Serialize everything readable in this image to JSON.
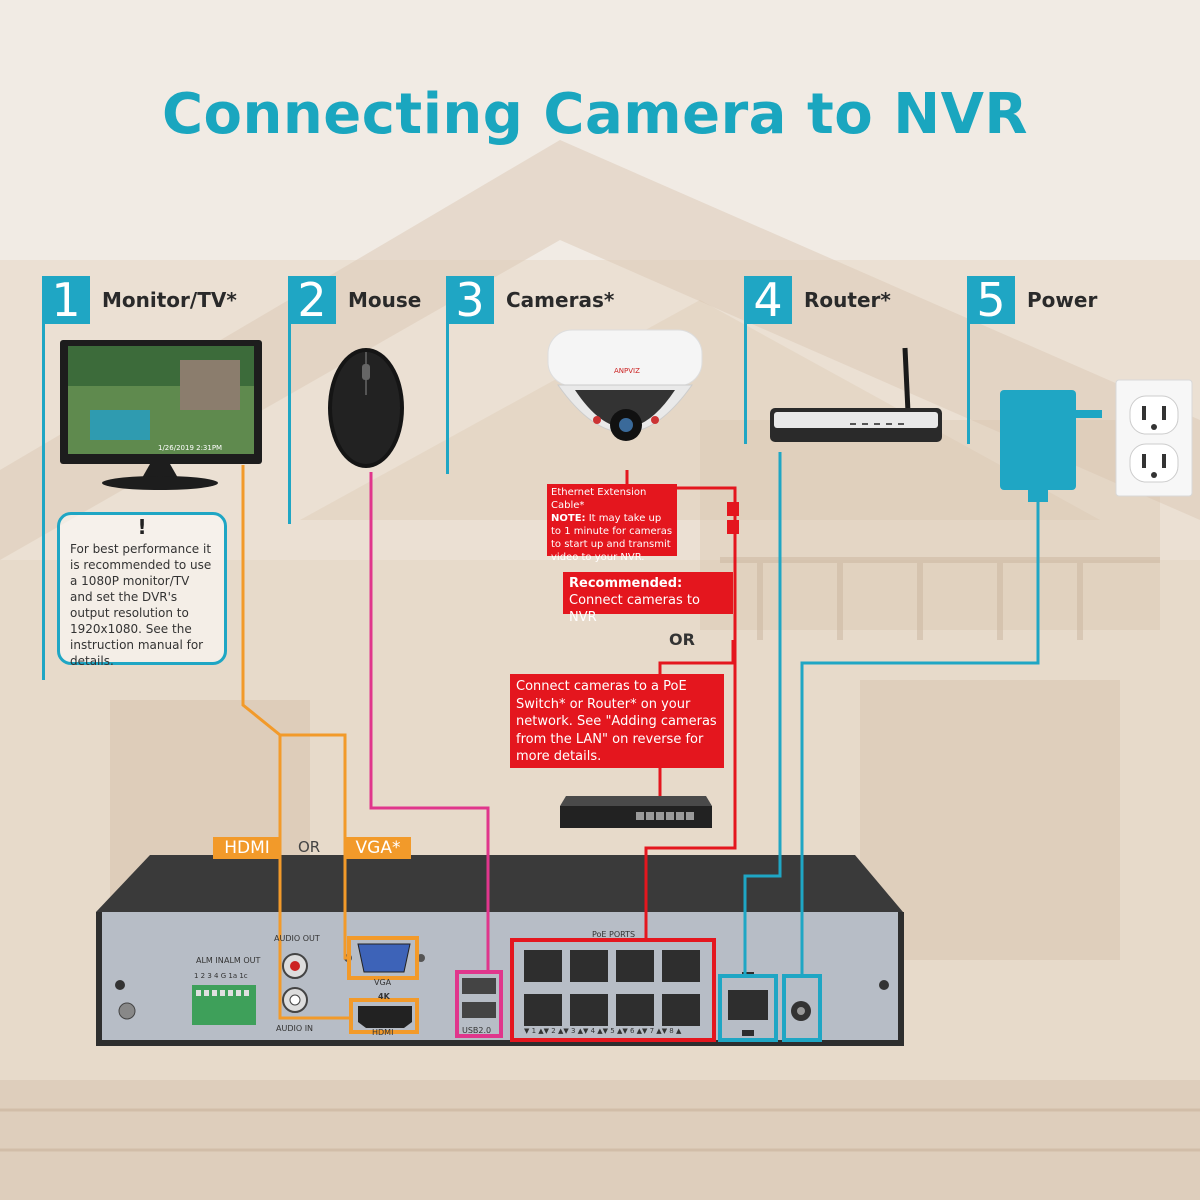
{
  "title": "Connecting Camera to NVR",
  "steps": [
    {
      "num": "1",
      "label": "Monitor/TV*"
    },
    {
      "num": "2",
      "label": "Mouse"
    },
    {
      "num": "3",
      "label": "Cameras*"
    },
    {
      "num": "4",
      "label": "Router*"
    },
    {
      "num": "5",
      "label": "Power"
    }
  ],
  "monitor_note": {
    "mark": "!",
    "text": "For best performance it is recommended to use a 1080P monitor/TV and set the DVR's output resolution to 1920x1080. See the instruction manual for details."
  },
  "monitor_screen_timestamp": "1/26/2019 2:31PM",
  "camera_brand": "ANPVIZ",
  "ethernet_note": {
    "title": "Ethernet Extension Cable*",
    "note_label": "NOTE:",
    "note_text": "It may take up to 1 minute for cameras to start up and transmit video to your NVR."
  },
  "recommended": {
    "label": "Recommended:",
    "text": "Connect cameras to NVR"
  },
  "or_text": "OR",
  "poe_note": "Connect cameras to a PoE Switch* or Router* on your network. See \"Adding cameras from the LAN\" on reverse for more details.",
  "video_out": {
    "hdmi": "HDMI",
    "or": "OR",
    "vga": "VGA*"
  },
  "nvr_labels": {
    "alm_in": "ALM IN",
    "alm_out": "ALM OUT",
    "alm_pins": "1 2 3 4 G 1a 1c",
    "audio_out": "AUDIO OUT",
    "audio_in": "AUDIO IN",
    "vga": "VGA",
    "hdmi_4k": "4K",
    "hdmi": "HDMI",
    "usb": "USB2.0",
    "poe_ports": "PoE PORTS",
    "poe_numbers": "▼ 1 ▲▼ 2 ▲▼ 3 ▲▼ 4 ▲▼ 5 ▲▼ 6 ▲▼ 7 ▲▼ 8 ▲"
  },
  "colors": {
    "teal": "#1fa6c4",
    "title": "#1aa6bf",
    "orange": "#f29a2a",
    "magenta": "#e0368c",
    "red": "#e4161e"
  }
}
